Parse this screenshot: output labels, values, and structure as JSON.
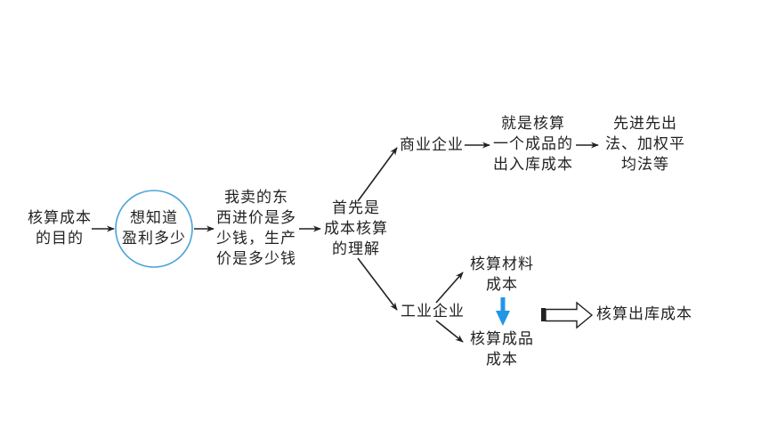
{
  "nodes": {
    "goal": "核算成本\n的目的",
    "know_profit": "想知道\n盈利多少",
    "buy_sell_price": "我卖的东\n西进价是多\n少钱，生产\n价是多少钱",
    "first_understanding": "首先是\n成本核算\n的理解",
    "commercial": "商业企业",
    "commercial_desc": "就是核算\n一个成品的\n出入库成本",
    "methods": "先进先出\n法、加权平\n均法等",
    "industrial": "工业企业",
    "material_cost": "核算材料\n成本",
    "product_cost": "核算成品\n成本",
    "outbound_cost": "核算出库成本"
  },
  "colors": {
    "text": "#222222",
    "line": "#222222",
    "circle": "#4aa3d8",
    "blue_arrow": "#2196e6"
  }
}
